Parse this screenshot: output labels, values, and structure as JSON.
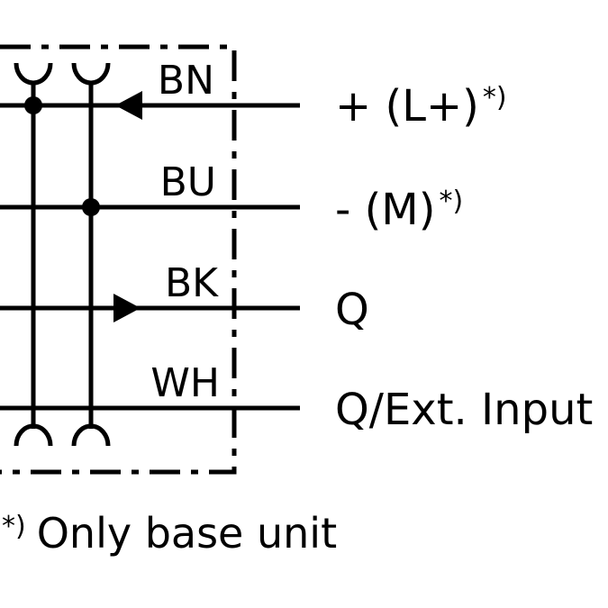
{
  "wires": [
    {
      "code": "BN",
      "signal": "+ (L+)",
      "signal_note": "*)"
    },
    {
      "code": "BU",
      "signal": "- (M)",
      "signal_note": "*)"
    },
    {
      "code": "BK",
      "signal": "Q",
      "signal_note": ""
    },
    {
      "code": "WH",
      "signal": "Q/Ext. Input",
      "signal_note": ""
    }
  ],
  "footnote": {
    "mark": "*)",
    "text": "Only base unit"
  }
}
